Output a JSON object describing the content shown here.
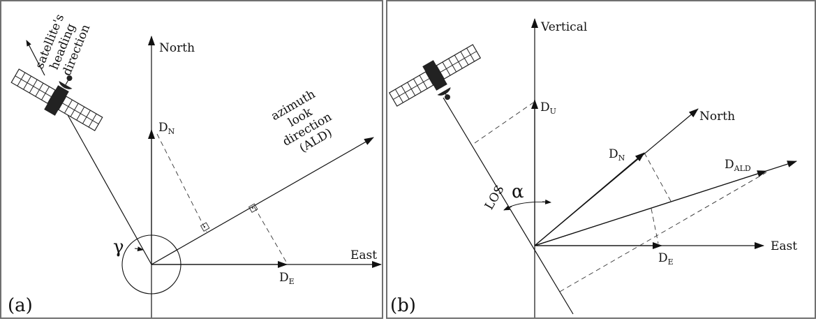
{
  "panel_a": {
    "panel_label": "(a)",
    "north_label": "North",
    "east_label": "East",
    "heading_label": [
      "satellite's",
      "heading",
      "direction"
    ],
    "ald_label": [
      "azimuth",
      "look",
      "direction",
      "(ALD)"
    ],
    "dn_main": "D",
    "dn_sub": "N",
    "de_main": "D",
    "de_sub": "E",
    "gamma": "γ"
  },
  "panel_b": {
    "panel_label": "(b)",
    "vertical_label": "Vertical",
    "north_label": "North",
    "east_label": "East",
    "los_label": "LOS",
    "alpha": "α",
    "du_main": "D",
    "du_sub": "U",
    "dn_main": "D",
    "dn_sub": "N",
    "dald_main": "D",
    "dald_sub": "ALD",
    "de_main": "D",
    "de_sub": "E"
  }
}
